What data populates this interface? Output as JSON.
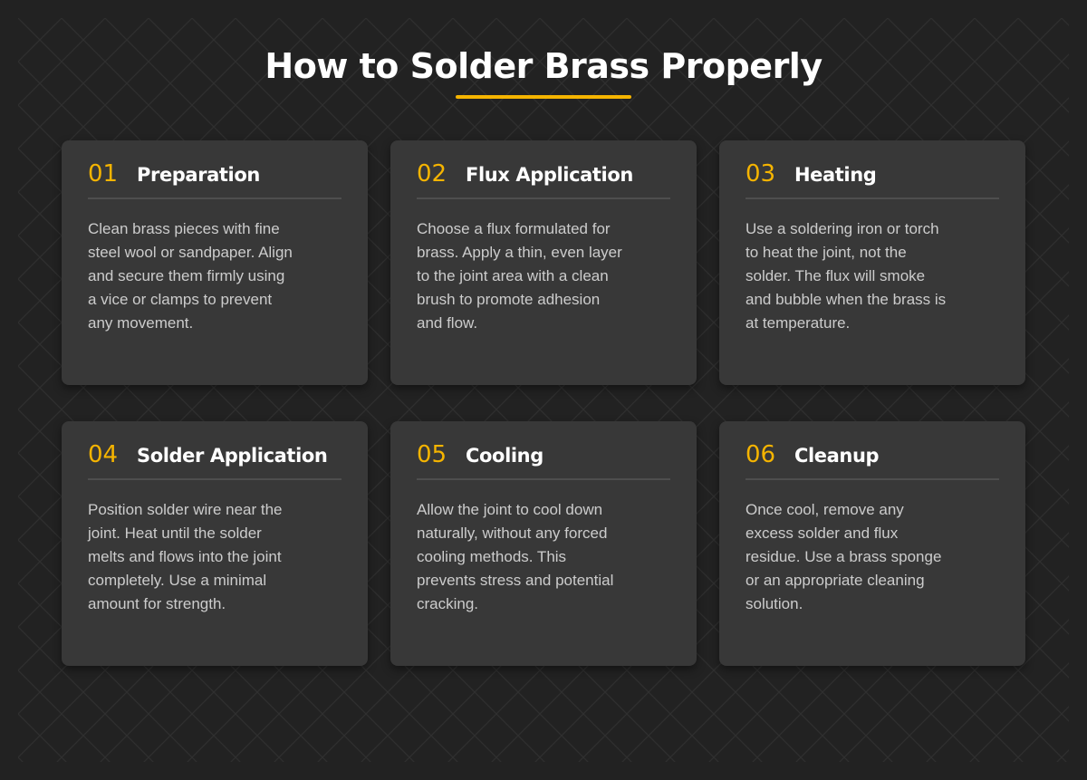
{
  "page": {
    "title": "How to Solder Brass Properly"
  },
  "colors": {
    "background": "#222222",
    "card": "#383838",
    "accent": "#f5b400",
    "text": "#cccccc",
    "heading": "#ffffff",
    "pattern_line": "#2e2e2e"
  },
  "steps": [
    {
      "number": "01",
      "title": "Preparation",
      "text": "Clean brass pieces with fine steel wool or sandpaper. Align and secure them firmly using a vice or clamps to prevent any movement."
    },
    {
      "number": "02",
      "title": "Flux Application",
      "text": "Choose a flux formulated for brass. Apply a thin, even layer to the joint area with a clean brush to promote adhesion and flow."
    },
    {
      "number": "03",
      "title": "Heating",
      "text": "Use a soldering iron or torch to heat the joint, not the solder. The flux will smoke and bubble when the brass is at temperature."
    },
    {
      "number": "04",
      "title": "Solder Application",
      "text": "Position solder wire near the joint. Heat until the solder melts and flows into the joint completely. Use a minimal amount for strength."
    },
    {
      "number": "05",
      "title": "Cooling",
      "text": "Allow the joint to cool down naturally, without any forced cooling methods. This prevents stress and potential cracking."
    },
    {
      "number": "06",
      "title": "Cleanup",
      "text": "Once cool, remove any excess solder and flux residue. Use a brass sponge or an appropriate cleaning solution."
    }
  ]
}
